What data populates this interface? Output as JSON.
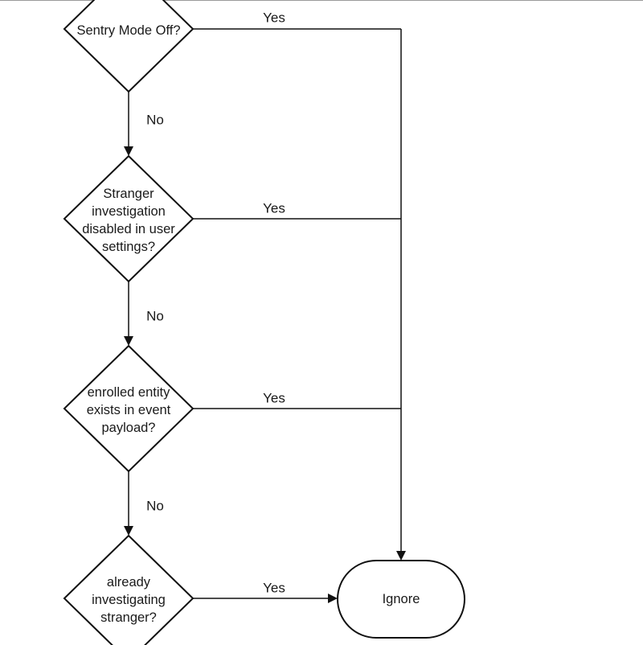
{
  "diagram": {
    "decisions": [
      {
        "id": "d1",
        "lines": [
          "Sentry Mode Off?"
        ]
      },
      {
        "id": "d2",
        "lines": [
          "Stranger",
          "investigation",
          "disabled in user",
          "settings?"
        ]
      },
      {
        "id": "d3",
        "lines": [
          "enrolled entity",
          "exists in event",
          "payload?"
        ]
      },
      {
        "id": "d4",
        "lines": [
          "already",
          "investigating",
          "stranger?"
        ]
      }
    ],
    "terminal": {
      "id": "ignore",
      "label": "Ignore"
    },
    "edge_labels": {
      "yes": "Yes",
      "no": "No"
    }
  }
}
